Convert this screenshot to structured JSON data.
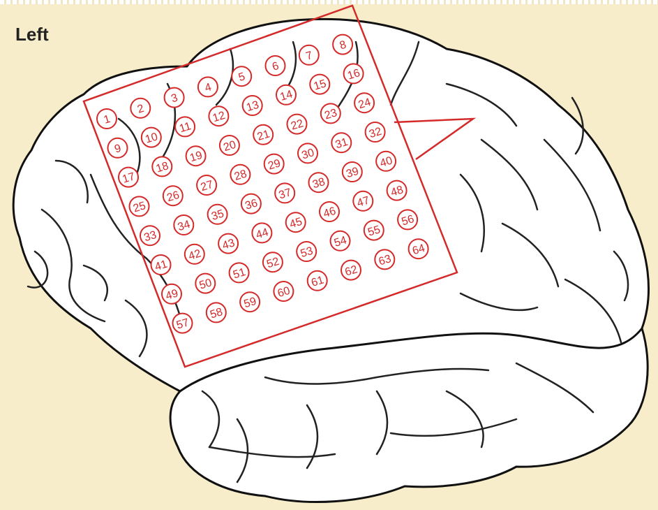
{
  "labels": {
    "hemisphere": "Left"
  },
  "grid": {
    "rows": 8,
    "cols": 8,
    "electrodes": [
      "1",
      "2",
      "3",
      "4",
      "5",
      "6",
      "7",
      "8",
      "9",
      "10",
      "11",
      "12",
      "13",
      "14",
      "15",
      "16",
      "17",
      "18",
      "19",
      "20",
      "21",
      "22",
      "23",
      "24",
      "25",
      "26",
      "27",
      "28",
      "29",
      "30",
      "31",
      "32",
      "33",
      "34",
      "35",
      "36",
      "37",
      "38",
      "39",
      "40",
      "41",
      "42",
      "43",
      "44",
      "45",
      "46",
      "47",
      "48",
      "49",
      "50",
      "51",
      "52",
      "53",
      "54",
      "55",
      "56",
      "57",
      "58",
      "59",
      "60",
      "61",
      "62",
      "63",
      "64"
    ]
  },
  "colors": {
    "background": "#f7edca",
    "brain_fill": "#ffffff",
    "brain_outline": "#111111",
    "grid_frame": "#d42a2a",
    "electrode": "#d42a2a"
  }
}
